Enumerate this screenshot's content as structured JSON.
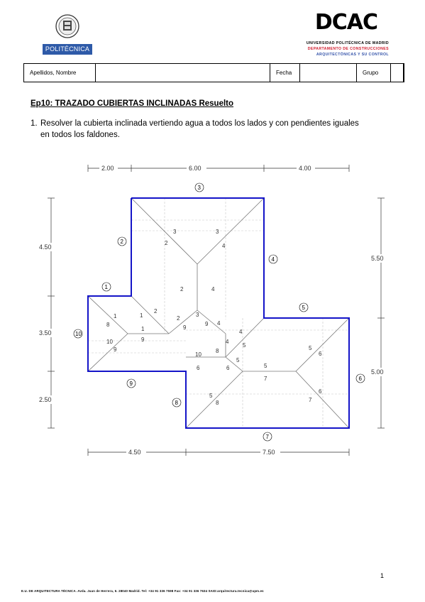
{
  "header": {
    "left_logo_text": "POLITÉCNICA",
    "right_logo_text": "DCAC",
    "university": "UNIVERSIDAD POLITÉCNICA DE MADRID",
    "department_line1": "DEPARTAMENTO DE CONSTRUCCIONES",
    "department_line2": "ARQUITECTÓNICAS Y SU CONTROL"
  },
  "form": {
    "name_label": "Apellidos, Nombre",
    "date_label": "Fecha",
    "group_label": "Grupo"
  },
  "exercise": {
    "title": "Ep10: TRAZADO CUBIERTAS INCLINADAS Resuelto",
    "item_number": "1.",
    "item_line1": "Resolver la cubierta inclinada vertiendo agua a todos los lados y con pendientes iguales",
    "item_line2": "en todos los faldones."
  },
  "drawing": {
    "dims_top": [
      "2.00",
      "6.00",
      "4.00"
    ],
    "dims_left": [
      "4.50",
      "3.50",
      "2.50"
    ],
    "dims_right": [
      "5.50",
      "5.00"
    ],
    "dims_bottom": [
      "4.50",
      "7.50"
    ],
    "edge_labels": [
      "1",
      "2",
      "3",
      "4",
      "5",
      "6",
      "7",
      "8",
      "9",
      "10"
    ],
    "pitch_labels": {
      "n1a": "1",
      "n1b": "1",
      "n1c": "1",
      "n2a": "2",
      "n2b": "2",
      "n2c": "2",
      "n2d": "2",
      "n3a": "3",
      "n3b": "3",
      "n3c": "3",
      "n4a": "4",
      "n4b": "4",
      "n4c": "4",
      "n4d": "4",
      "n4e": "4",
      "n5a": "5",
      "n5b": "5",
      "n5c": "5",
      "n5d": "5",
      "n5e": "5",
      "n6a": "6",
      "n6b": "6",
      "n6c": "6",
      "n6d": "6",
      "n7a": "7",
      "n7b": "7",
      "n8a": "8",
      "n8b": "8",
      "n8c": "8",
      "n9a": "9",
      "n9b": "9",
      "n9c": "9",
      "n9d": "9",
      "n10a": "10",
      "n10b": "10"
    }
  },
  "footer": {
    "text": "E.U. DE ARQUITECTURA TÉCNICA. Avda. Juan de Herrera, 6. 28040 Madrid. Tel: +34 91 336 7598 Fax: +34 91 336 7634 SAID:arquitectura.tecnica@upm.es",
    "page_number": "1"
  },
  "colors": {
    "outline": "#1414c8",
    "pitch_lines": "#777777",
    "dim_lines": "#333333"
  }
}
